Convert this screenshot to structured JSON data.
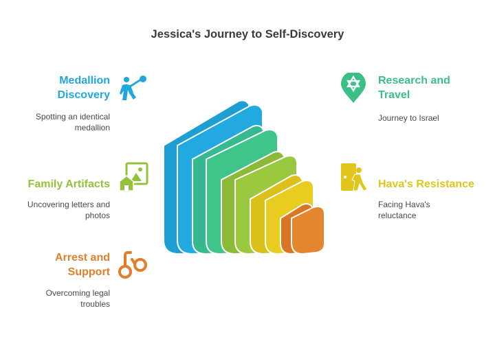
{
  "title": "Jessica's Journey to Self-Discovery",
  "colors": {
    "blue": "#20a8dd",
    "teal": "#3cbf86",
    "lime": "#95c23a",
    "yellow": "#e2c51b",
    "orange": "#e07f2a"
  },
  "items": [
    {
      "label": "Medallion Discovery",
      "desc_lines": [
        "Spotting an identical",
        "medallion"
      ],
      "icon": "hiker-with-bindle-icon",
      "color": "#20a8dd"
    },
    {
      "label": "Research and Travel",
      "desc_lines": [
        "Journey to Israel"
      ],
      "icon": "star-of-david-location-pin-icon",
      "color": "#3cbf86"
    },
    {
      "label": "Family Artifacts",
      "desc_lines": [
        "Uncovering letters and",
        "photos"
      ],
      "icon": "home-photo-icon",
      "color": "#95c23a"
    },
    {
      "label": "Hava's Resistance",
      "desc_lines": [
        "Facing Hava's",
        "reluctance"
      ],
      "icon": "person-exiting-door-icon",
      "color": "#e2c51b"
    },
    {
      "label": "Arrest and Support",
      "desc_lines": [
        "Overcoming legal",
        "troubles"
      ],
      "icon": "handcuffs-icon",
      "color": "#e07f2a"
    }
  ]
}
